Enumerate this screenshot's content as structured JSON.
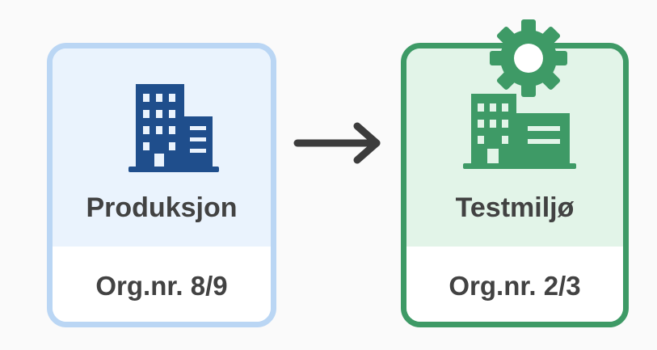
{
  "source_env": {
    "title": "Produksjon",
    "org_label": "Org.nr. 8/9",
    "icon": "office-building-icon",
    "accent_color": "#1f4e8c",
    "border_color": "#bad6f4"
  },
  "target_env": {
    "title": "Testmiljø",
    "org_label": "Org.nr. 2/3",
    "icon": "office-building-icon",
    "badge_icon": "gear-icon",
    "accent_color": "#3e9a66",
    "border_color": "#3e9a66"
  },
  "connector": {
    "icon": "arrow-right-icon",
    "color": "#3c3c3c"
  }
}
